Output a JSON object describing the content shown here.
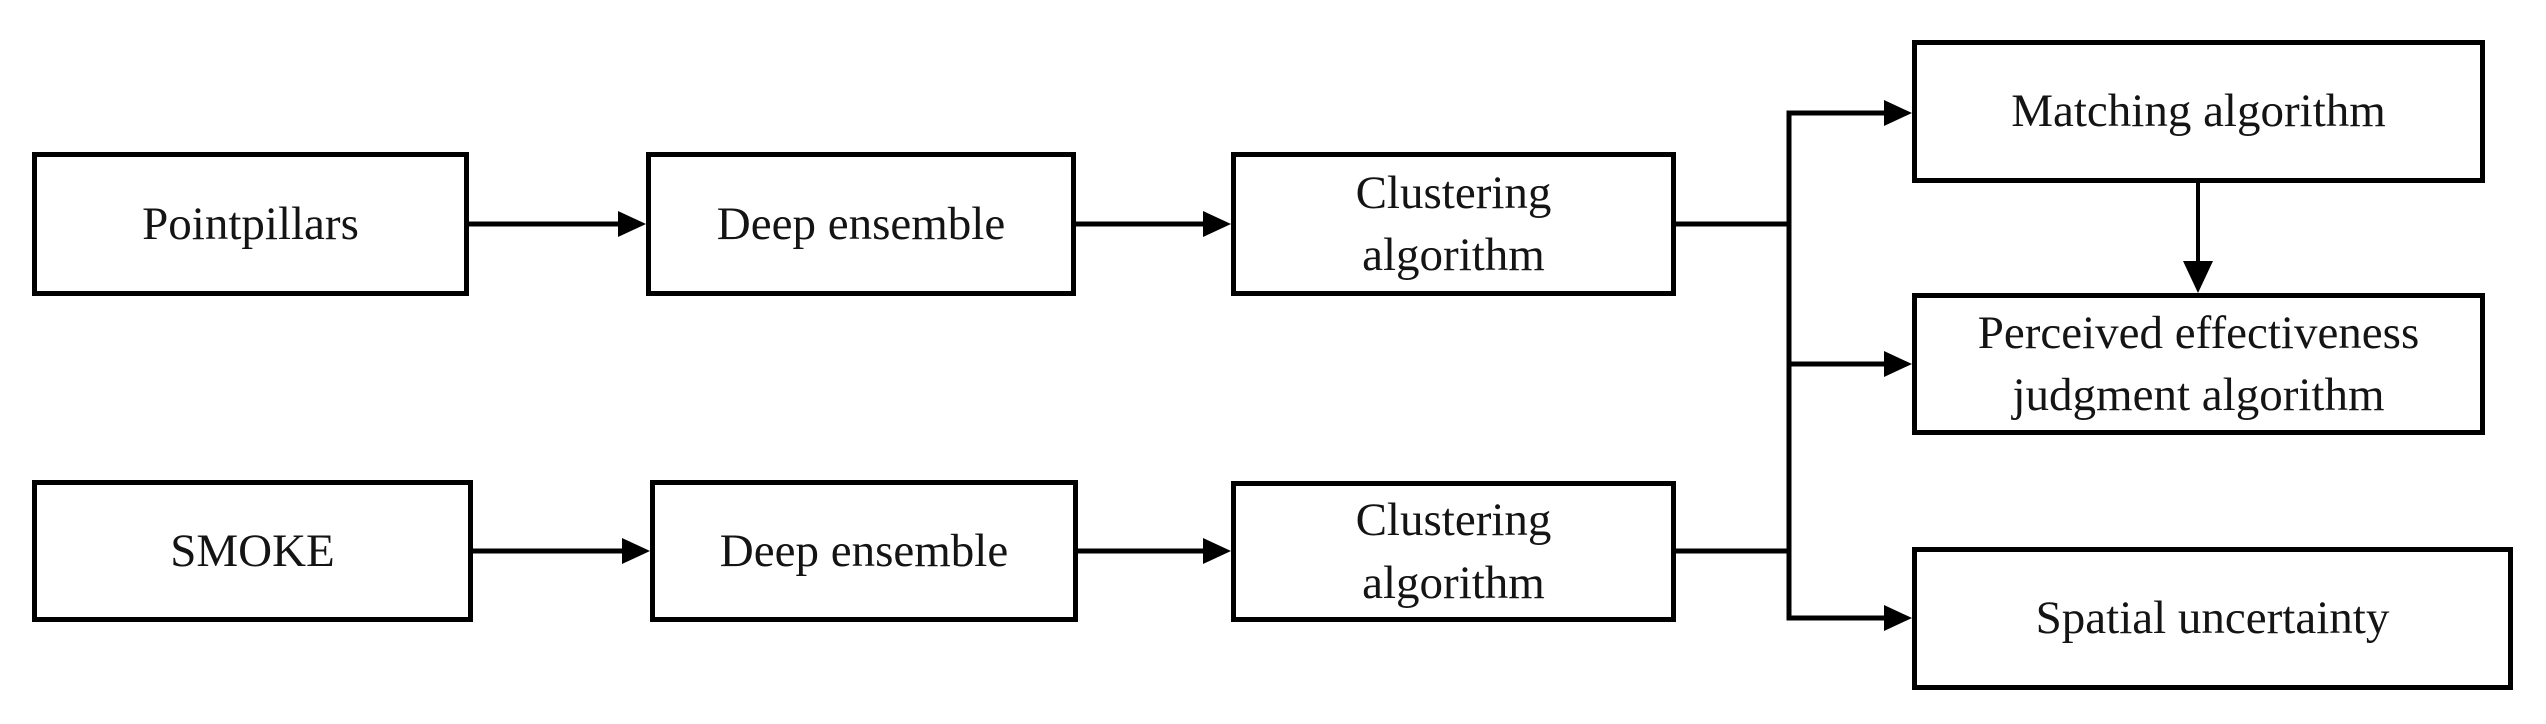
{
  "diagram": {
    "background_color": "#ffffff",
    "line_color": "#000000",
    "text_color": "#141414",
    "nodes": {
      "pointpillars": {
        "label": "Pointpillars"
      },
      "deep_ensemble_top": {
        "label": "Deep ensemble"
      },
      "clustering_top": {
        "label": "Clustering algorithm"
      },
      "smoke": {
        "label": "SMOKE"
      },
      "deep_ensemble_bottom": {
        "label": "Deep ensemble"
      },
      "clustering_bottom": {
        "label": "Clustering algorithm"
      },
      "matching": {
        "label": "Matching algorithm"
      },
      "perceived_effectiveness": {
        "label": "Perceived effectiveness judgment algorithm"
      },
      "spatial_uncertainty": {
        "label": "Spatial uncertainty"
      }
    }
  }
}
